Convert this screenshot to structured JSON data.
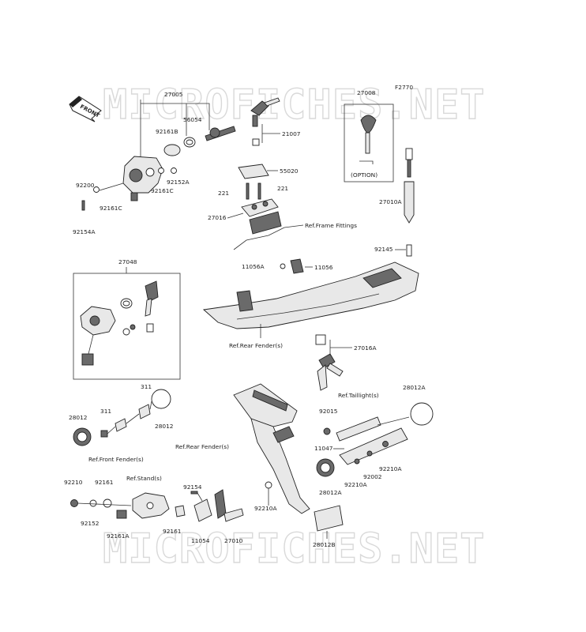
{
  "diagram_code": "F2770",
  "watermark": "MICROFICHES.NET",
  "front_label": "FRONT",
  "labels": [
    {
      "id": "p27005",
      "text": "27005"
    },
    {
      "id": "p56054",
      "text": "56054"
    },
    {
      "id": "p92161B",
      "text": "92161B"
    },
    {
      "id": "p92152A",
      "text": "92152A"
    },
    {
      "id": "p92161C_a",
      "text": "92161C"
    },
    {
      "id": "p92200",
      "text": "92200"
    },
    {
      "id": "p92161C_b",
      "text": "92161C"
    },
    {
      "id": "p92154A",
      "text": "92154A"
    },
    {
      "id": "p21007",
      "text": "21007"
    },
    {
      "id": "p27008",
      "text": "27008"
    },
    {
      "id": "p55020",
      "text": "55020"
    },
    {
      "id": "p221_a",
      "text": "221"
    },
    {
      "id": "p221_b",
      "text": "221"
    },
    {
      "id": "p27016",
      "text": "27016"
    },
    {
      "id": "p27010A",
      "text": "27010A"
    },
    {
      "id": "p92145",
      "text": "92145"
    },
    {
      "id": "p11056A",
      "text": "11056A"
    },
    {
      "id": "p11056",
      "text": "11056"
    },
    {
      "id": "p27048",
      "text": "27048"
    },
    {
      "id": "p27016A",
      "text": "27016A"
    },
    {
      "id": "p311_a",
      "text": "311"
    },
    {
      "id": "p311_b",
      "text": "311"
    },
    {
      "id": "p28012_a",
      "text": "28012"
    },
    {
      "id": "p28012_b",
      "text": "28012"
    },
    {
      "id": "p28012A_a",
      "text": "28012A"
    },
    {
      "id": "p92015",
      "text": "92015"
    },
    {
      "id": "p11047",
      "text": "11047"
    },
    {
      "id": "p92210A_a",
      "text": "92210A"
    },
    {
      "id": "p92002",
      "text": "92002"
    },
    {
      "id": "p92210A_b",
      "text": "92210A"
    },
    {
      "id": "p28012A_b",
      "text": "28012A"
    },
    {
      "id": "p92210A_c",
      "text": "92210A"
    },
    {
      "id": "p28012B",
      "text": "28012B"
    },
    {
      "id": "p92210",
      "text": "92210"
    },
    {
      "id": "p92161_a",
      "text": "92161"
    },
    {
      "id": "p92152",
      "text": "92152"
    },
    {
      "id": "p92161A",
      "text": "92161A"
    },
    {
      "id": "p92154",
      "text": "92154"
    },
    {
      "id": "p92161_b",
      "text": "92161"
    },
    {
      "id": "p11054",
      "text": "11054"
    },
    {
      "id": "p27010",
      "text": "27010"
    }
  ],
  "refs": {
    "frame_fittings": "Ref.Frame Fittings",
    "rear_fender_a": "Ref.Rear Fender(s)",
    "rear_fender_b": "Ref.Rear Fender(s)",
    "front_fender": "Ref.Front Fender(s)",
    "taillight": "Ref.Taillight(s)",
    "stands": "Ref.Stand(s)",
    "option": "(OPTION)"
  }
}
